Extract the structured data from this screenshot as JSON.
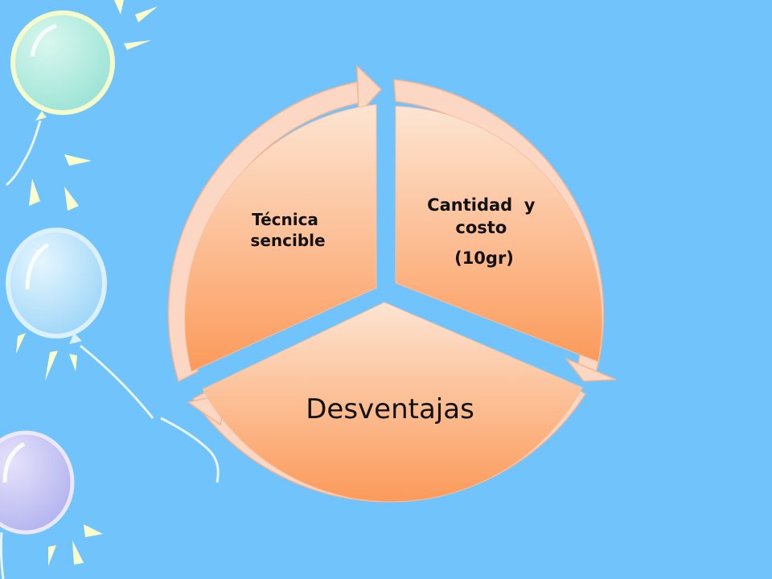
{
  "slide": {
    "background": "#71c3fb"
  },
  "cycle": {
    "segments": [
      {
        "id": "top-right",
        "lines": [
          "Cantidad  y",
          "costo",
          "(10gr)"
        ]
      },
      {
        "id": "bottom",
        "lines": [
          "Desventajas"
        ]
      },
      {
        "id": "top-left",
        "lines": [
          "Técnica",
          "sencible"
        ]
      }
    ],
    "colors": {
      "fill_light": "#fde3d0",
      "fill_dark": "#fb9b5e",
      "ring": "#fcd8c4",
      "ring_edge": "#f3b797",
      "text": "#111111"
    }
  },
  "decoration": {
    "balloons": [
      "mint",
      "light-blue",
      "lavender"
    ]
  }
}
